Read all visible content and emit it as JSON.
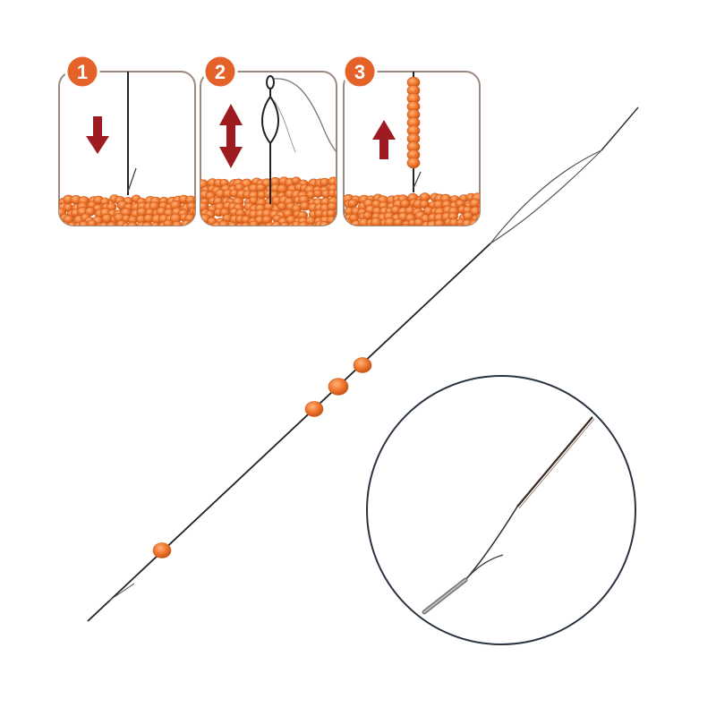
{
  "steps": [
    {
      "number": "1",
      "action": "down"
    },
    {
      "number": "2",
      "action": "up-down"
    },
    {
      "number": "3",
      "action": "up"
    }
  ],
  "colors": {
    "bead": "#f07830",
    "bead_dark": "#d05a18",
    "arrow": "#9e1b22",
    "badge": "#e4622a",
    "frame": "#9a8a80",
    "wire": "#222222",
    "loupe": "#2a3340"
  },
  "icons": {
    "down_arrow": "arrow-down-icon",
    "updown_arrow": "arrow-updown-icon",
    "up_arrow": "arrow-up-icon"
  },
  "loose_beads": 4
}
